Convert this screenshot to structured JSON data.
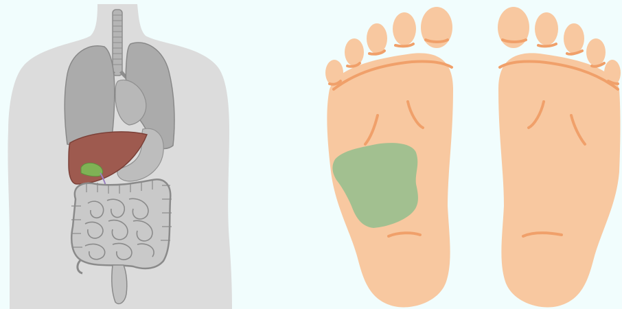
{
  "colors": {
    "background": "#f1fdfd",
    "body_silhouette": "#dcdcdc",
    "organ_gray": "#a9a9a9",
    "organ_outline": "#8a8a8a",
    "liver": "#9e5a4f",
    "gallbladder": "#7fb255",
    "foot_skin": "#f8c8a0",
    "foot_crease": "#f0a06a",
    "reflex_zone": "#9dc08f"
  },
  "figures": {
    "body": {
      "icon": "human-torso-anatomy-icon",
      "organs": [
        "lungs",
        "trachea",
        "liver",
        "gallbladder",
        "stomach",
        "intestines"
      ]
    },
    "left_foot": {
      "icon": "left-foot-sole-icon",
      "highlight": "liver-gallbladder-reflex-zone"
    },
    "right_foot": {
      "icon": "right-foot-sole-icon"
    }
  }
}
